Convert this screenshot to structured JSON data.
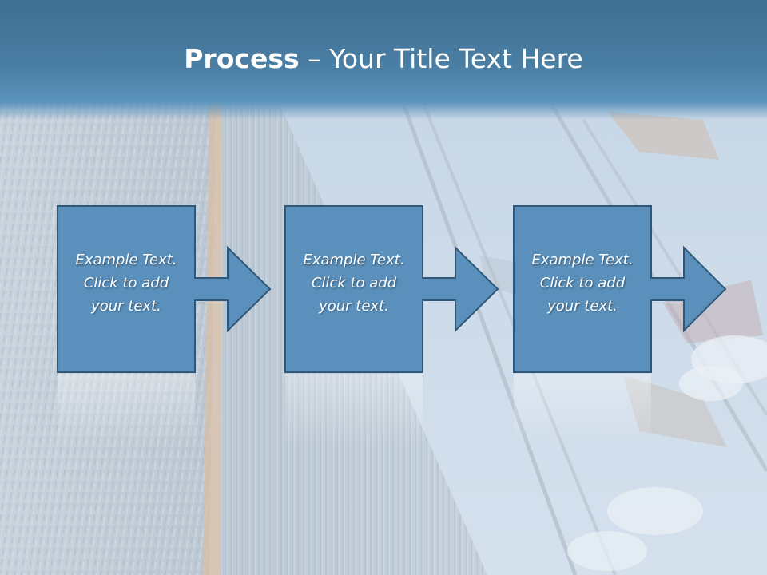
{
  "slide": {
    "title_bold": "Process",
    "title_rest": " – Your Title Text Here"
  },
  "steps": [
    {
      "lines": [
        "Example Text.",
        "Click  to add",
        "your text."
      ]
    },
    {
      "lines": [
        "Example Text.",
        "Click  to add",
        "your text."
      ]
    },
    {
      "lines": [
        "Example Text.",
        "Click  to add",
        "your text."
      ]
    }
  ],
  "colors": {
    "header": "#4a7ea3",
    "box_fill": "#5a90bb",
    "box_stroke": "#2f5878",
    "text": "#ffffff"
  }
}
